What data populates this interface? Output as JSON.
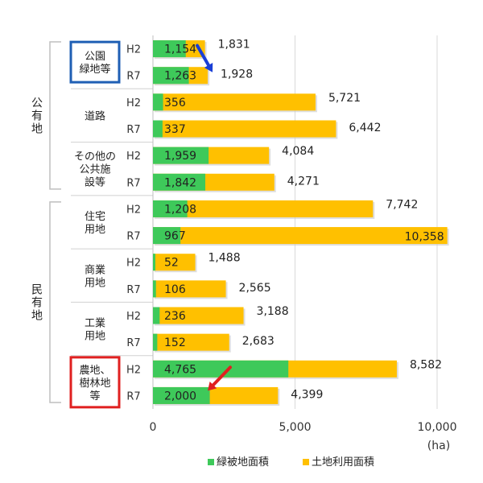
{
  "chart_data": {
    "type": "bar",
    "orientation": "horizontal",
    "stacked": false,
    "xlim": [
      0,
      10000
    ],
    "xticks": [
      0,
      5000,
      10000
    ],
    "xtick_labels": [
      "0",
      "5,000",
      "10,000"
    ],
    "unit": "(ha)",
    "grid": true,
    "legend_position": "bottom",
    "groups": [
      {
        "label": "公有地",
        "categories": [
          0,
          1,
          2
        ]
      },
      {
        "label": "民有地",
        "categories": [
          3,
          4,
          5,
          6
        ]
      }
    ],
    "categories": [
      {
        "label": "公園緑地等",
        "lines": [
          "公園",
          "緑地等"
        ],
        "highlight": "#1f5fb4"
      },
      {
        "label": "道路",
        "lines": [
          "道路"
        ],
        "highlight": ""
      },
      {
        "label": "その他の公共施設等",
        "lines": [
          "その他の",
          "公共施",
          "設等"
        ],
        "highlight": ""
      },
      {
        "label": "住宅用地",
        "lines": [
          "住宅",
          "用地"
        ],
        "highlight": ""
      },
      {
        "label": "商業用地",
        "lines": [
          "商業",
          "用地"
        ],
        "highlight": ""
      },
      {
        "label": "工業用地",
        "lines": [
          "工業",
          "用地"
        ],
        "highlight": ""
      },
      {
        "label": "農地、樹林地等",
        "lines": [
          "農地、",
          "樹林地",
          "等"
        ],
        "highlight": "#e02020"
      }
    ],
    "years": [
      "H2",
      "R7"
    ],
    "series": [
      {
        "name": "緑被地面積",
        "color": "#3ec95a",
        "values": [
          [
            1154,
            1263
          ],
          [
            356,
            337
          ],
          [
            1959,
            1842
          ],
          [
            1208,
            967
          ],
          [
            52,
            106
          ],
          [
            236,
            152
          ],
          [
            4765,
            2000
          ]
        ],
        "labels": [
          [
            "1,154",
            "1,263"
          ],
          [
            "356",
            "337"
          ],
          [
            "1,959",
            "1,842"
          ],
          [
            "1,208",
            "967"
          ],
          [
            "52",
            "106"
          ],
          [
            "236",
            "152"
          ],
          [
            "4,765",
            "2,000"
          ]
        ]
      },
      {
        "name": "土地利用面積",
        "color": "#ffc000",
        "values": [
          [
            1831,
            1928
          ],
          [
            5721,
            6442
          ],
          [
            4084,
            4271
          ],
          [
            7742,
            10358
          ],
          [
            1488,
            2565
          ],
          [
            3188,
            2683
          ],
          [
            8582,
            4399
          ]
        ],
        "labels": [
          [
            "1,831",
            "1,928"
          ],
          [
            "5,721",
            "6,442"
          ],
          [
            "4,084",
            "4,271"
          ],
          [
            "7,742",
            "10,358"
          ],
          [
            "1,488",
            "2,565"
          ],
          [
            "3,188",
            "2,683"
          ],
          [
            "8,582",
            "4,399"
          ]
        ]
      }
    ],
    "annotations": [
      {
        "type": "arrow",
        "color": "#1a3fd6",
        "category": 0,
        "direction": "down"
      },
      {
        "type": "arrow",
        "color": "#e02020",
        "category": 6,
        "direction": "down"
      }
    ]
  }
}
